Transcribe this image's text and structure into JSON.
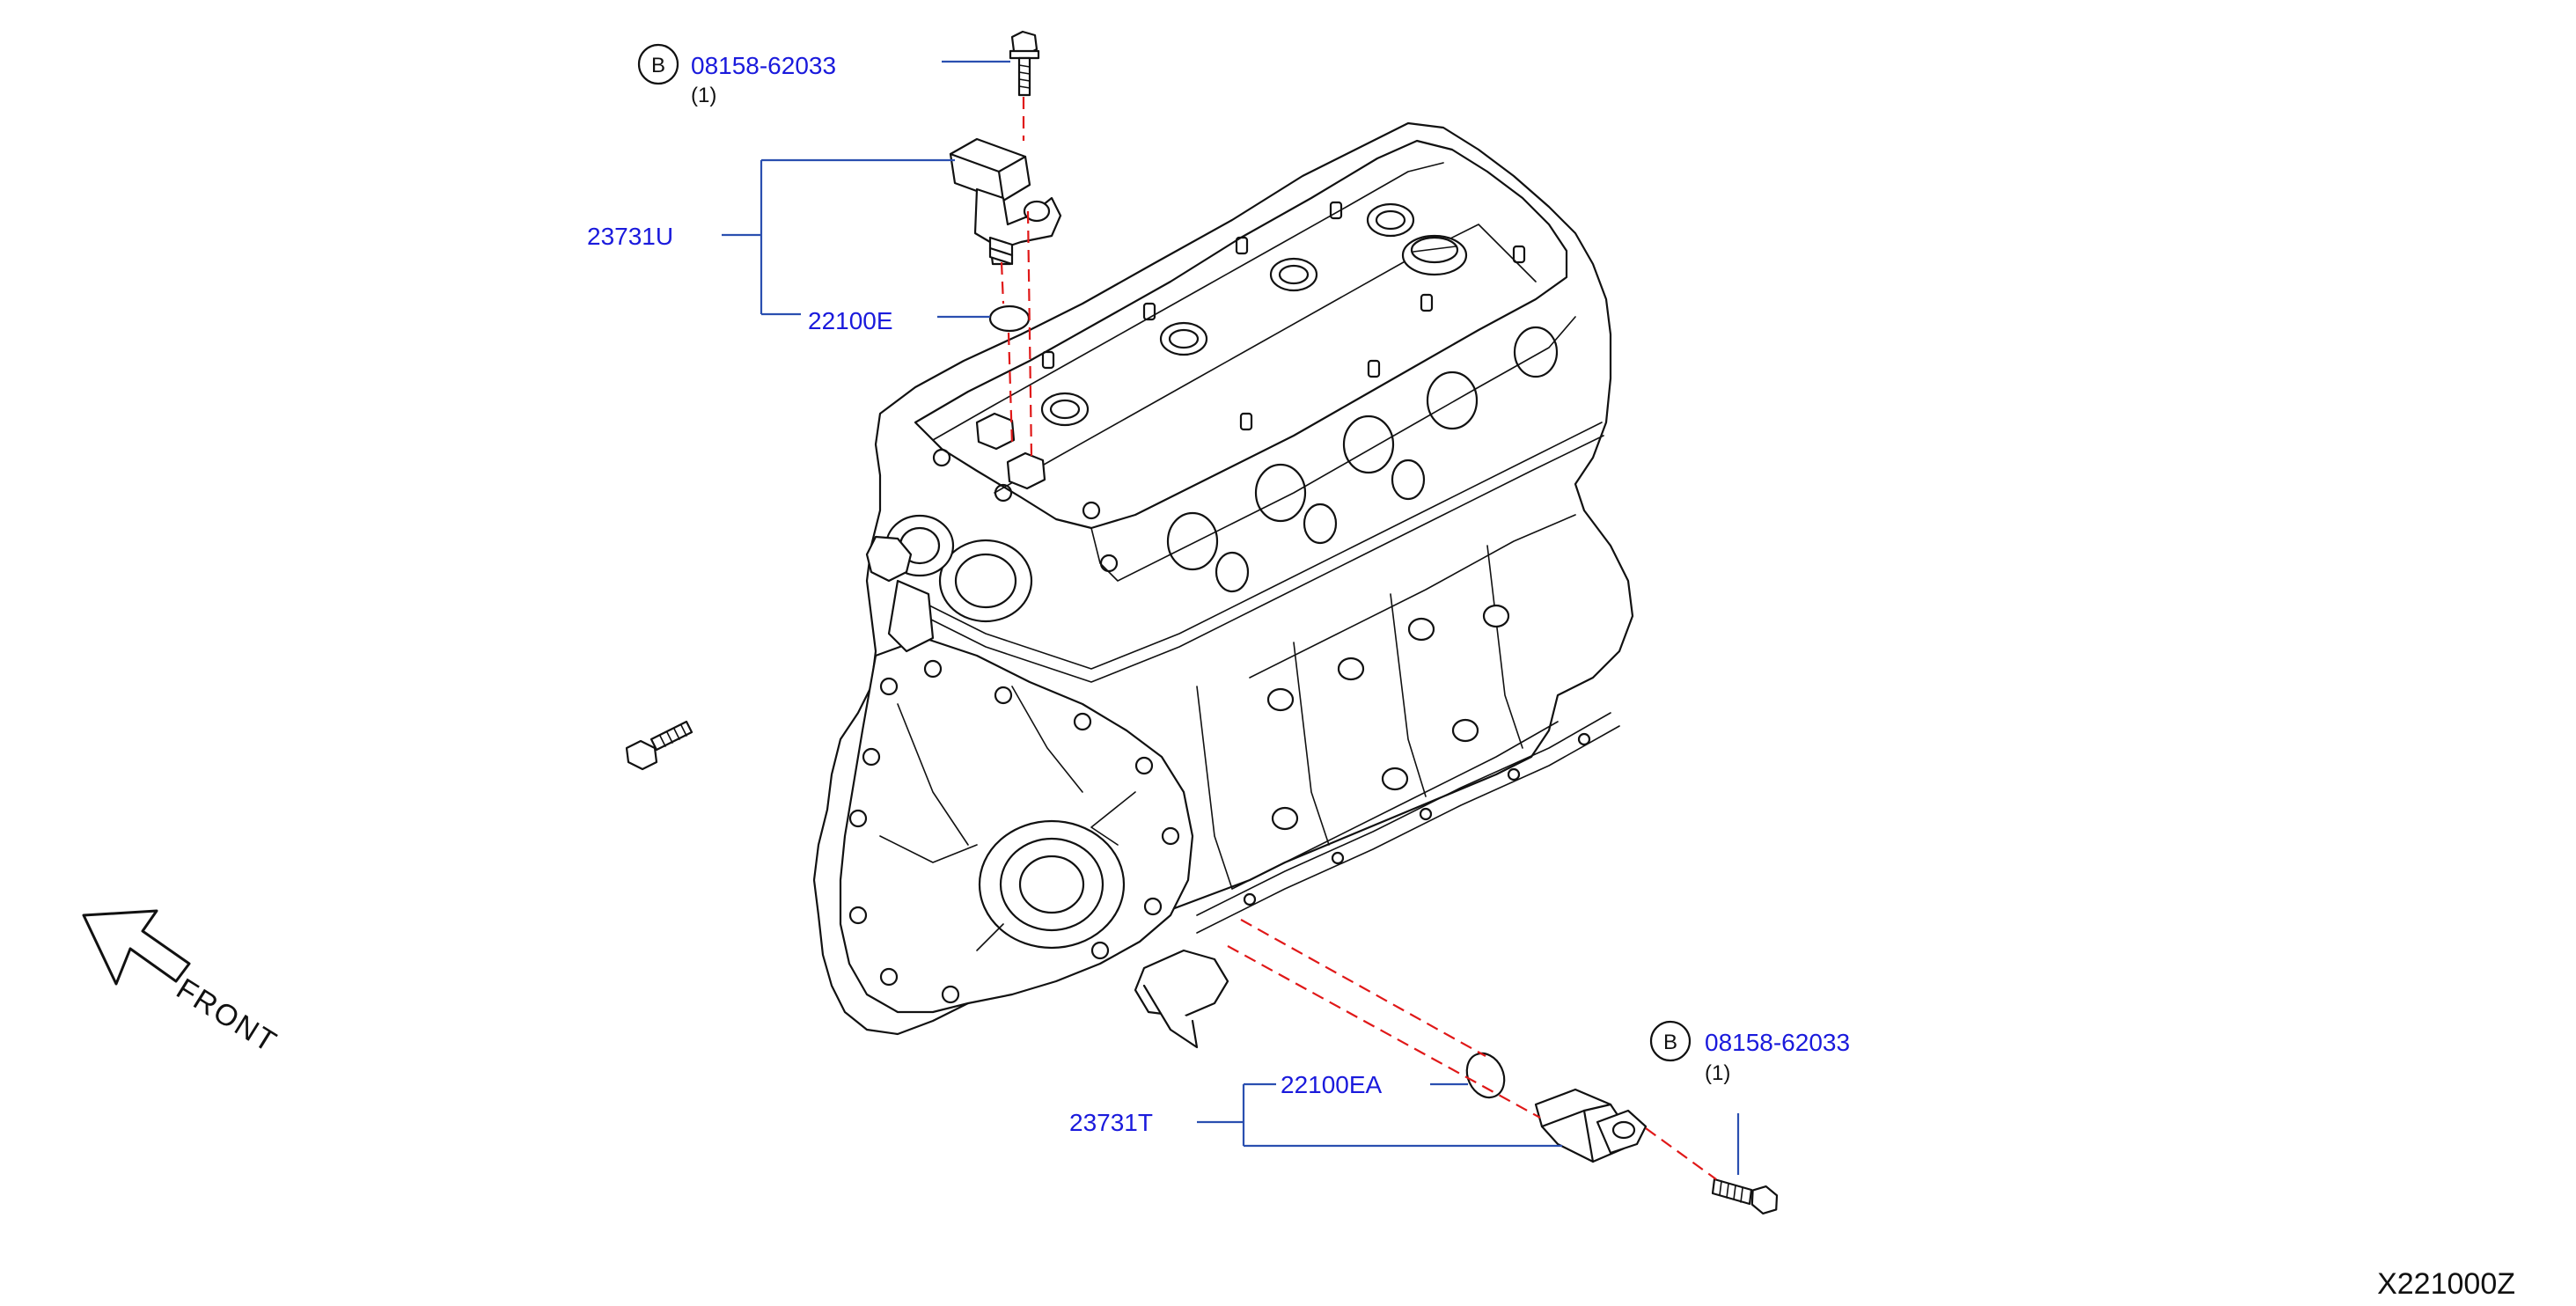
{
  "callouts": {
    "bolt_top": {
      "ref_letter": "B",
      "part_number": "08158-62033",
      "quantity": "(1)"
    },
    "bolt_bottom": {
      "ref_letter": "B",
      "part_number": "08158-62033",
      "quantity": "(1)"
    },
    "cam_sensor": {
      "part_number": "23731U"
    },
    "cam_oring": {
      "part_number": "22100E"
    },
    "crank_sensor": {
      "part_number": "23731T"
    },
    "crank_oring": {
      "part_number": "22100EA"
    }
  },
  "direction_indicator": {
    "label": "FRONT"
  },
  "diagram_id": "X221000Z",
  "colors": {
    "part_label": "#1a1adc",
    "leader_line": "#2a4fb0",
    "dashed_assembly_line": "#e01818",
    "ink": "#111111"
  }
}
